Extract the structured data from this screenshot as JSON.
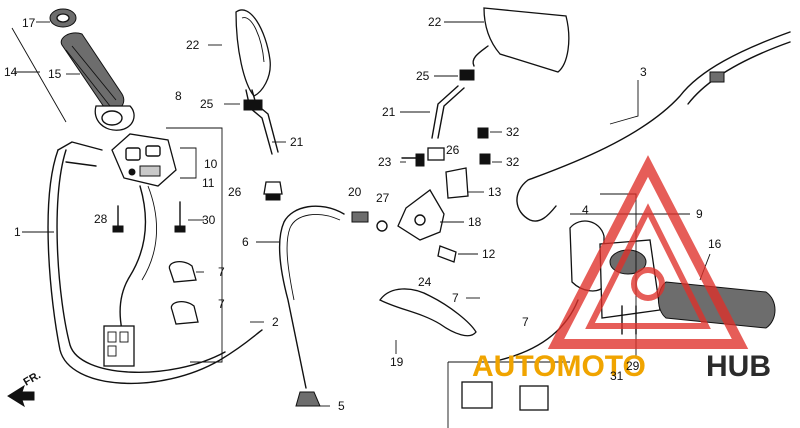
{
  "diagram": {
    "parts": [
      {
        "id": "p17a",
        "label": "17"
      },
      {
        "id": "p14",
        "label": "14"
      },
      {
        "id": "p15",
        "label": "15"
      },
      {
        "id": "p1",
        "label": "1"
      },
      {
        "id": "p8",
        "label": "8"
      },
      {
        "id": "p10",
        "label": "10"
      },
      {
        "id": "p11",
        "label": "11"
      },
      {
        "id": "p28",
        "label": "28"
      },
      {
        "id": "p30",
        "label": "30"
      },
      {
        "id": "p7a",
        "label": "7"
      },
      {
        "id": "p7b",
        "label": "7"
      },
      {
        "id": "p2",
        "label": "2"
      },
      {
        "id": "p22a",
        "label": "22"
      },
      {
        "id": "p25a",
        "label": "25"
      },
      {
        "id": "p21a",
        "label": "21"
      },
      {
        "id": "p26a",
        "label": "26"
      },
      {
        "id": "p6",
        "label": "6"
      },
      {
        "id": "p20",
        "label": "20"
      },
      {
        "id": "p27",
        "label": "27"
      },
      {
        "id": "p5",
        "label": "5"
      },
      {
        "id": "p22b",
        "label": "22"
      },
      {
        "id": "p25b",
        "label": "25"
      },
      {
        "id": "p21b",
        "label": "21"
      },
      {
        "id": "p26b",
        "label": "26"
      },
      {
        "id": "p23",
        "label": "23"
      },
      {
        "id": "p32a",
        "label": "32"
      },
      {
        "id": "p32b",
        "label": "32"
      },
      {
        "id": "p13",
        "label": "13"
      },
      {
        "id": "p18",
        "label": "18"
      },
      {
        "id": "p12",
        "label": "12"
      },
      {
        "id": "p24",
        "label": "24"
      },
      {
        "id": "p7c",
        "label": "7"
      },
      {
        "id": "p7d",
        "label": "7"
      },
      {
        "id": "p19",
        "label": "19"
      },
      {
        "id": "p3",
        "label": "3"
      },
      {
        "id": "p9",
        "label": "9"
      },
      {
        "id": "p16",
        "label": "16"
      },
      {
        "id": "p4",
        "label": "4"
      },
      {
        "id": "p29",
        "label": "29"
      },
      {
        "id": "p31",
        "label": "31"
      }
    ],
    "direction_label": "FR.",
    "colors": {
      "ink": "#111111",
      "watermark_red": "#e0302a",
      "watermark_orange": "#f0a400",
      "watermark_dark": "#2b2b2b"
    }
  },
  "watermark": {
    "text_part1": "AUTOMOTO",
    "text_part2": "HUB"
  }
}
